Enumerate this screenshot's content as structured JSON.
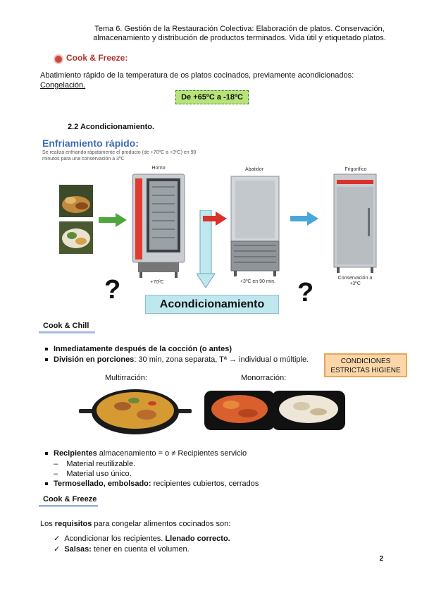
{
  "header": {
    "line1": "Tema 6. Gestión de la Restauración Colectiva: Elaboración de platos. Conservación,",
    "line2": "almacenamiento y distribución de productos terminados. Vida útil y etiquetado platos."
  },
  "section1": {
    "title": "Cook & Freeze:",
    "paragraph": "Abatimiento rápido de la temperatura de os platos cocinados, previamente acondicionados:",
    "underline": "Congelación.",
    "temp_box": "De +65ºC a -18ºC"
  },
  "section22": {
    "title": "2.2 Acondicionamiento."
  },
  "figure": {
    "title": "Enfriamiento rápido:",
    "subtitle_line1": "Se realiza enfriando rápidamente el producto (de +70ºC a +3ºC) en 90",
    "subtitle_line2": "minutos para una conservación a 3ºC",
    "label_horno": "Horno",
    "label_abatidor": "Abatidor",
    "label_frigorifico": "Frigorífico",
    "temp_horno": "+70ºC",
    "temp_abatidor": "+3ºC en 90 min.",
    "temp_frig_line1": "Conservación a",
    "temp_frig_line2": "+3ºC",
    "qmark": "?",
    "acond_label": "Acondicionamiento",
    "colors": {
      "green_arrow": "#4fa63b",
      "red_arrow": "#d9322a",
      "blue_arrow": "#4aa6d8"
    }
  },
  "cook_chill": {
    "title": "Cook & Chill",
    "item1_bold": "Inmediatamente después de la cocción (o antes)",
    "item2_bold": "División en porciones",
    "item2_rest": ": 30 min, zona separata, Tª → individual o múltiple.",
    "condiciones_line1": "CONDICIONES",
    "condiciones_line2": "ESTRICTAS HIGIENE",
    "label_multi": "Multirración:",
    "label_mono": "Monorración:",
    "item3_bold": "Recipientes",
    "item3_rest": " almacenamiento = o ≠ Recipientes servicio",
    "sub1": "Material reutilizable.",
    "sub2": "Material uso único.",
    "item4_bold": "Termosellado, embolsado:",
    "item4_rest": " recipientes cubiertos, cerrados"
  },
  "cook_freeze": {
    "title": "Cook & Freeze",
    "intro_pre": "Los ",
    "intro_bold": "requisitos",
    "intro_post": " para congelar alimentos cocinados son:",
    "check1_pre": "Acondicionar los recipientes. ",
    "check1_bold": "Llenado correcto.",
    "check2_bold": "Salsas:",
    "check2_rest": " tener en cuenta el volumen."
  },
  "page_number": "2"
}
